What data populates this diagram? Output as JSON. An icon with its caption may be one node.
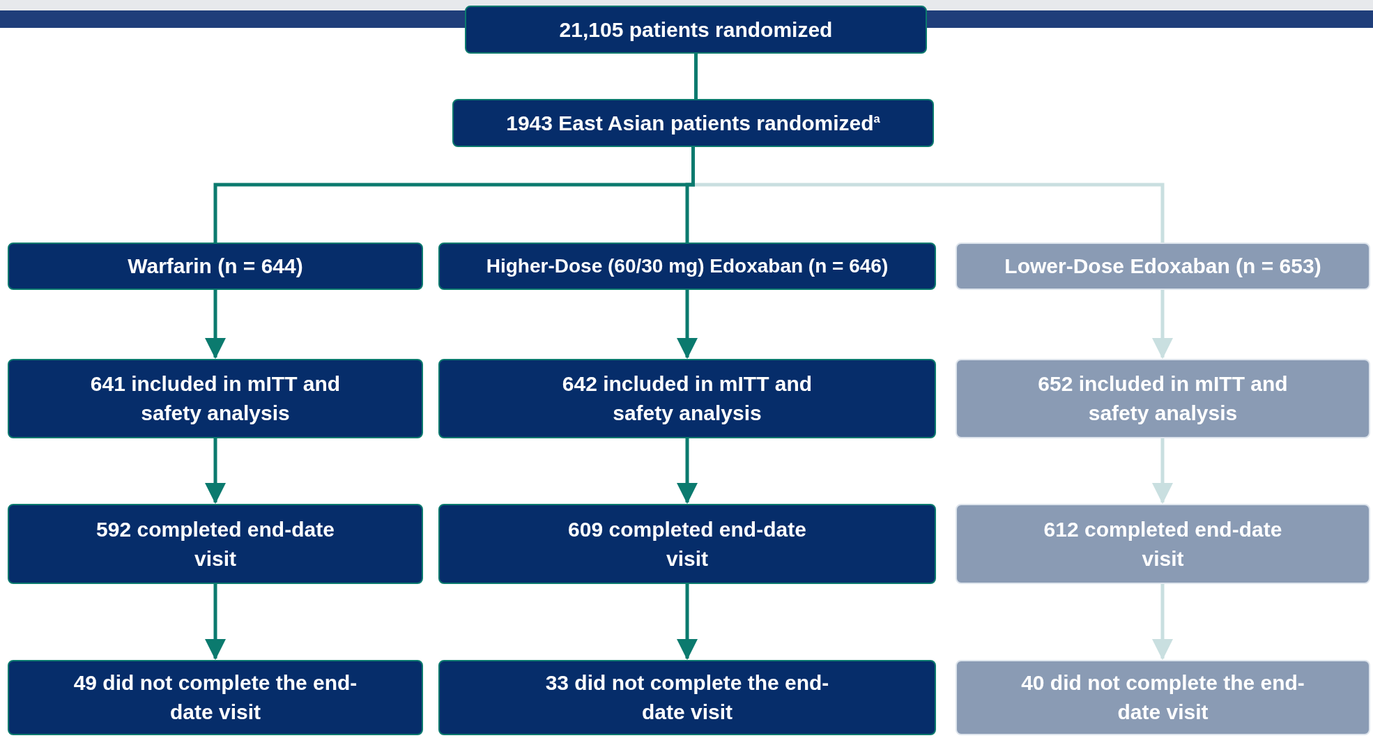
{
  "diagram": {
    "nodes": [
      {
        "text": [
          "21,105 patients randomized"
        ]
      },
      {
        "text": [
          "1943 East Asian patients randomized$^{a}$"
        ]
      },
      {
        "text": [
          "Warfarin (n = 644)"
        ]
      },
      {
        "text": [
          "Higher-Dose (60/30 mg) Edoxaban (n = 646)"
        ]
      },
      {
        "text": [
          "Lower-Dose Edoxaban (n = 653)"
        ]
      },
      {
        "text": [
          "641 included in mITT and safety analysis"
        ]
      },
      {
        "text": [
          "642 included in mITT and safety analysis"
        ]
      },
      {
        "text": [
          "652 included in mITT and safety analysis"
        ]
      },
      {
        "text": [
          "592 completed end-date visit"
        ]
      },
      {
        "text": [
          "609 completed end-date visit"
        ]
      },
      {
        "text": [
          "612 completed end-date visit"
        ]
      },
      {
        "text": [
          "49 did not complete the end-date visit"
        ]
      },
      {
        "text": [
          "33 did not complete the end-date visit"
        ]
      },
      {
        "text": [
          "40 did not complete the end-date visit"
        ]
      }
    ],
    "edges": [
      {
        "from": 0,
        "to": 1,
        "arrow": "none"
      },
      {
        "from": 1,
        "to": 2,
        "arrow": "none"
      },
      {
        "from": 1,
        "to": 3,
        "arrow": "none"
      },
      {
        "from": 1,
        "to": 4,
        "arrow": "none",
        "color": "#c9dfe0"
      },
      {
        "from": 2,
        "to": 5,
        "arrow": "to"
      },
      {
        "from": 3,
        "to": 6,
        "arrow": "to"
      },
      {
        "from": 4,
        "to": 7,
        "arrow": "to",
        "color": "#c9dfe0"
      },
      {
        "from": 5,
        "to": 8,
        "arrow": "to"
      },
      {
        "from": 6,
        "to": 9,
        "arrow": "to"
      },
      {
        "from": 7,
        "to": 10,
        "arrow": "to",
        "color": "#c9dfe0"
      },
      {
        "from": 8,
        "to": 11,
        "arrow": "to"
      },
      {
        "from": 9,
        "to": 12,
        "arrow": "to"
      },
      {
        "from": 10,
        "to": 13,
        "arrow": "to",
        "color": "#c9dfe0"
      }
    ]
  }
}
